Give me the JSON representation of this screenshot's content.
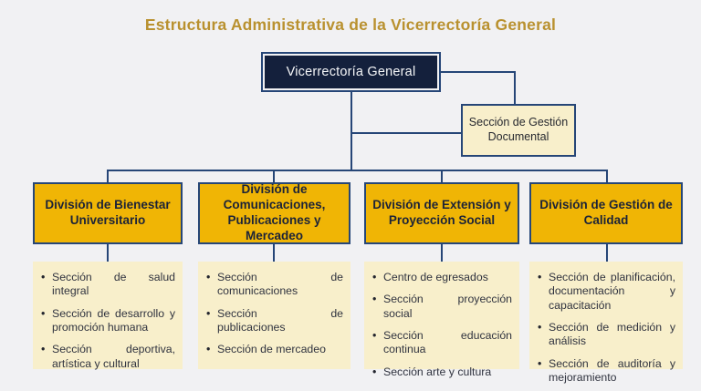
{
  "title": "Estructura Administrativa de la Vicerrectoría General",
  "root": {
    "label": "Vicerrectoría General"
  },
  "side_box": {
    "label": "Sección de Gestión Documental"
  },
  "divisions": [
    {
      "label": "División de Bienestar Universitario",
      "items": [
        "Sección de salud integral",
        "Sección de desarrollo y promoción humana",
        "Sección deportiva, artística y cultural"
      ]
    },
    {
      "label": "División de Comunicaciones, Publicaciones y Mercadeo",
      "items": [
        "Sección de comunicaciones",
        "Sección de publicaciones",
        "Sección de mercadeo"
      ]
    },
    {
      "label": "División de Extensión y Proyección Social",
      "items": [
        "Centro de egresados",
        "Sección proyección social",
        "Sección educación continua",
        "Sección arte y cultura"
      ]
    },
    {
      "label": "División de Gestión de Calidad",
      "items": [
        "Sección de planificación, documentación y capacitación",
        "Sección de medición y análisis",
        "Sección de auditoría y mejoramiento"
      ]
    }
  ],
  "colors": {
    "navy_line": "#264677",
    "navy_fill": "#14203c",
    "gold": "#f0b505",
    "cream": "#f8efcb",
    "title_gold": "#b9912f",
    "page_bg": "#f1f1f3"
  }
}
